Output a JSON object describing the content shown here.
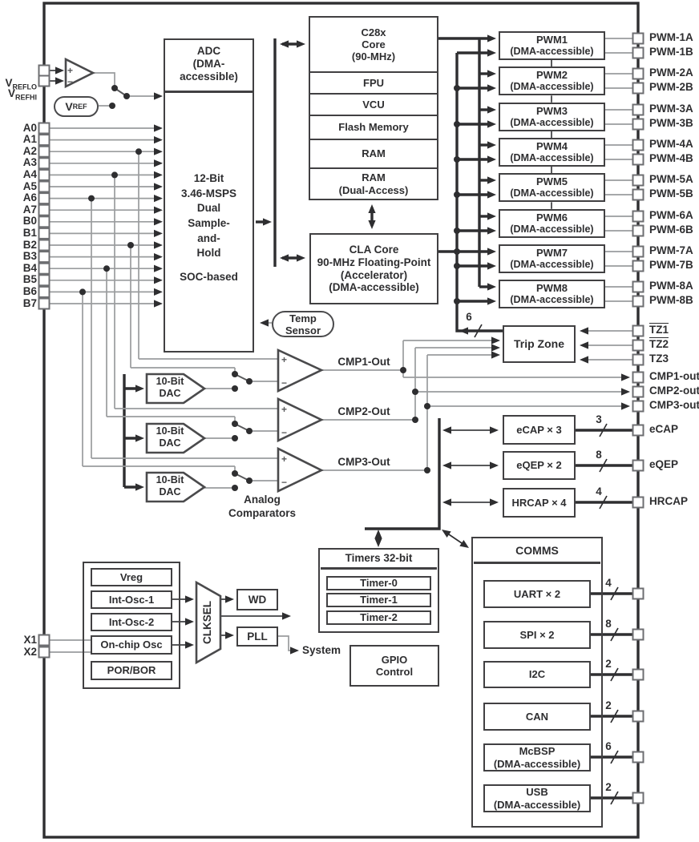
{
  "pins": {
    "vreflo": {
      "base": "V",
      "sub": "REFLO"
    },
    "vrefhi": {
      "base": "V",
      "sub": "REFHI"
    },
    "analog": [
      "A0",
      "A1",
      "A2",
      "A3",
      "A4",
      "A5",
      "A6",
      "A7",
      "B0",
      "B1",
      "B2",
      "B3",
      "B4",
      "B5",
      "B6",
      "B7"
    ],
    "xtal": [
      "X1",
      "X2"
    ],
    "tz": [
      {
        "label": "TZ1",
        "overline": true
      },
      {
        "label": "TZ2",
        "overline": true
      },
      {
        "label": "TZ3",
        "overline": false
      }
    ],
    "cmp": [
      "CMP1-out",
      "CMP2-out",
      "CMP3-out"
    ]
  },
  "vref": {
    "base": "V",
    "sub": "REF"
  },
  "adc": {
    "header": "ADC\n(DMA-\naccessible)",
    "body": "12-Bit\n3.46-MSPS\nDual\nSample-\nand-\nHold",
    "footer": "SOC-based"
  },
  "cpu": {
    "core": "C28x\nCore\n(90-MHz)",
    "rows": [
      "FPU",
      "VCU",
      "Flash Memory",
      "RAM",
      "RAM\n(Dual-Access)"
    ]
  },
  "cla": {
    "label": "CLA Core\n90-MHz Floating-Point\n(Accelerator)\n(DMA-accessible)"
  },
  "temp_sensor": "Temp\nSensor",
  "pwm": {
    "modules": [
      {
        "name": "PWM1",
        "sub": "(DMA-accessible)",
        "pin_a": "PWM-1A",
        "pin_b": "PWM-1B"
      },
      {
        "name": "PWM2",
        "sub": "(DMA-accessible)",
        "pin_a": "PWM-2A",
        "pin_b": "PWM-2B"
      },
      {
        "name": "PWM3",
        "sub": "(DMA-accessible)",
        "pin_a": "PWM-3A",
        "pin_b": "PWM-3B"
      },
      {
        "name": "PWM4",
        "sub": "(DMA-accessible)",
        "pin_a": "PWM-4A",
        "pin_b": "PWM-4B"
      },
      {
        "name": "PWM5",
        "sub": "(DMA-accessible)",
        "pin_a": "PWM-5A",
        "pin_b": "PWM-5B"
      },
      {
        "name": "PWM6",
        "sub": "(DMA-accessible)",
        "pin_a": "PWM-6A",
        "pin_b": "PWM-6B"
      },
      {
        "name": "PWM7",
        "sub": "(DMA-accessible)",
        "pin_a": "PWM-7A",
        "pin_b": "PWM-7B"
      },
      {
        "name": "PWM8",
        "sub": "(DMA-accessible)",
        "pin_a": "PWM-8A",
        "pin_b": "PWM-8B"
      }
    ]
  },
  "trip_zone": {
    "label": "Trip Zone",
    "bus": "6"
  },
  "comparators": {
    "outputs": [
      "CMP1-Out",
      "CMP2-Out",
      "CMP3-Out"
    ],
    "dac": "10-Bit\nDAC",
    "caption": "Analog\nComparators"
  },
  "signs": {
    "plus": "+",
    "minus": "−"
  },
  "capture": [
    {
      "label": "eCAP × 3",
      "bus": "3",
      "pin": "eCAP"
    },
    {
      "label": "eQEP × 2",
      "bus": "8",
      "pin": "eQEP"
    },
    {
      "label": "HRCAP × 4",
      "bus": "4",
      "pin": "HRCAP"
    }
  ],
  "timers": {
    "title": "Timers 32-bit",
    "rows": [
      "Timer-0",
      "Timer-1",
      "Timer-2"
    ]
  },
  "gpio": "GPIO\nControl",
  "clock": {
    "rows": [
      "Vreg",
      "Int-Osc-1",
      "Int-Osc-2",
      "On-chip Osc",
      "POR/BOR"
    ],
    "mux": "CLKSEL",
    "wd": "WD",
    "pll": "PLL",
    "system": "System"
  },
  "comms": {
    "title": "COMMS",
    "modules": [
      {
        "label": "UART × 2",
        "bus": "4"
      },
      {
        "label": "SPI × 2",
        "bus": "8"
      },
      {
        "label": "I2C",
        "bus": "2"
      },
      {
        "label": "CAN",
        "bus": "2"
      },
      {
        "label": "McBSP\n(DMA-accessible)",
        "bus": "6"
      },
      {
        "label": "USB\n(DMA-accessible)",
        "bus": "2"
      }
    ]
  },
  "colors": {
    "wire": "#9a9c9e",
    "bus": "#2e2e30",
    "border": "#414042",
    "text": "#2e2e30"
  }
}
